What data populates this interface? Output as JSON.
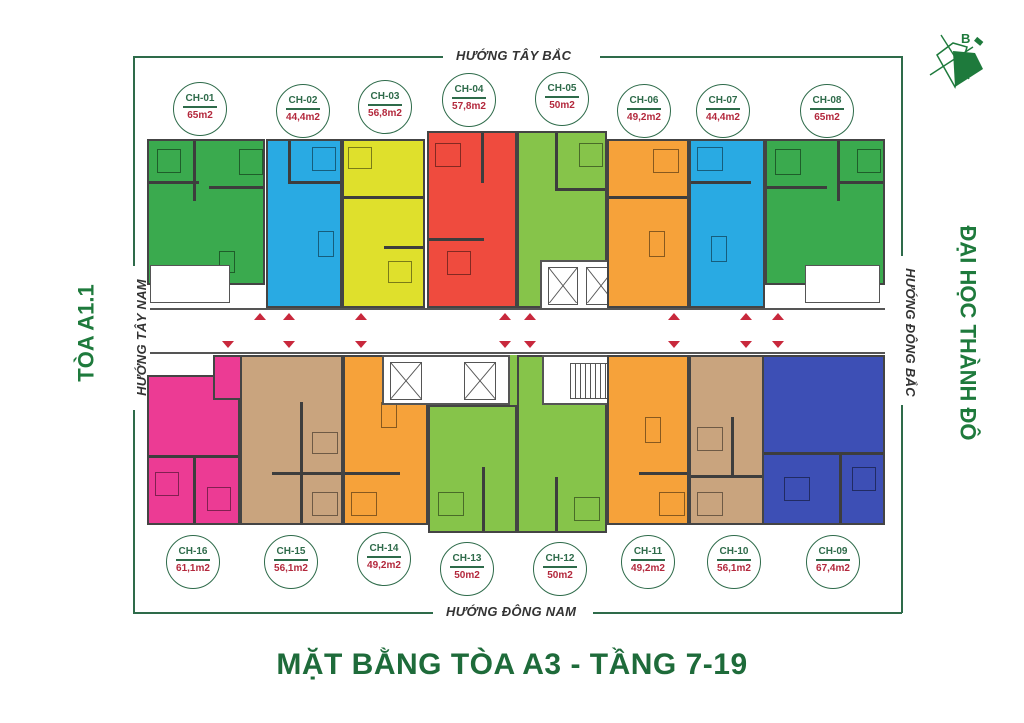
{
  "title": "MẶT BẰNG TÒA A3 - TẦNG 7-19",
  "directions": {
    "top": "HƯỚNG TÂY BẮC",
    "bottom": "HƯỚNG ĐÔNG NAM",
    "left": "HƯỚNG TÂY NAM",
    "right": "HƯỚNG ĐÔNG BẮC"
  },
  "neighbors": {
    "left": "TÒA A1.1",
    "right": "ĐẠI HỌC THÀNH ĐÔ"
  },
  "compass": {
    "label": "B"
  },
  "units_top": [
    {
      "code": "CH-01",
      "area": "65m2",
      "color": "#3aaa4e"
    },
    {
      "code": "CH-02",
      "area": "44,4m2",
      "color": "#29aae3"
    },
    {
      "code": "CH-03",
      "area": "56,8m2",
      "color": "#dfe02c"
    },
    {
      "code": "CH-04",
      "area": "57,8m2",
      "color": "#ef4b3e"
    },
    {
      "code": "CH-05",
      "area": "50m2",
      "color": "#86c44a"
    },
    {
      "code": "CH-06",
      "area": "49,2m2",
      "color": "#f6a23a"
    },
    {
      "code": "CH-07",
      "area": "44,4m2",
      "color": "#29aae3"
    },
    {
      "code": "CH-08",
      "area": "65m2",
      "color": "#3aaa4e"
    }
  ],
  "units_bottom": [
    {
      "code": "CH-16",
      "area": "61,1m2",
      "color": "#ec3b94"
    },
    {
      "code": "CH-15",
      "area": "56,1m2",
      "color": "#c9a47e"
    },
    {
      "code": "CH-14",
      "area": "49,2m2",
      "color": "#f6a23a"
    },
    {
      "code": "CH-13",
      "area": "50m2",
      "color": "#86c44a"
    },
    {
      "code": "CH-12",
      "area": "50m2",
      "color": "#86c44a"
    },
    {
      "code": "CH-11",
      "area": "49,2m2",
      "color": "#f6a23a"
    },
    {
      "code": "CH-10",
      "area": "56,1m2",
      "color": "#c9a47e"
    },
    {
      "code": "CH-09",
      "area": "67,4m2",
      "color": "#3d4fb5"
    }
  ]
}
